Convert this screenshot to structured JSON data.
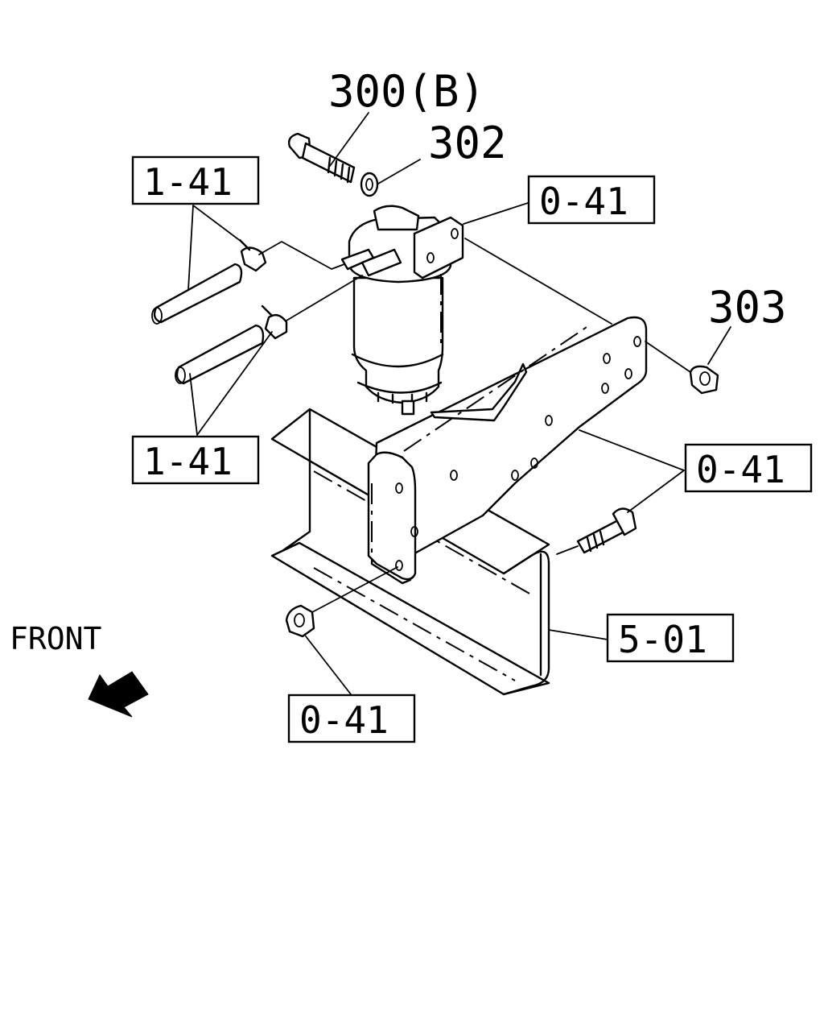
{
  "labels": {
    "part_300b": "300(B)",
    "part_302": "302",
    "part_303": "303",
    "ref_1_41_top": "1-41",
    "ref_1_41_bottom": "1-41",
    "ref_0_41_top": "0-41",
    "ref_0_41_right": "0-41",
    "ref_0_41_bottom": "0-41",
    "ref_5_01": "5-01",
    "front": "FRONT"
  },
  "colors": {
    "ink": "#000000",
    "paper": "#ffffff"
  }
}
